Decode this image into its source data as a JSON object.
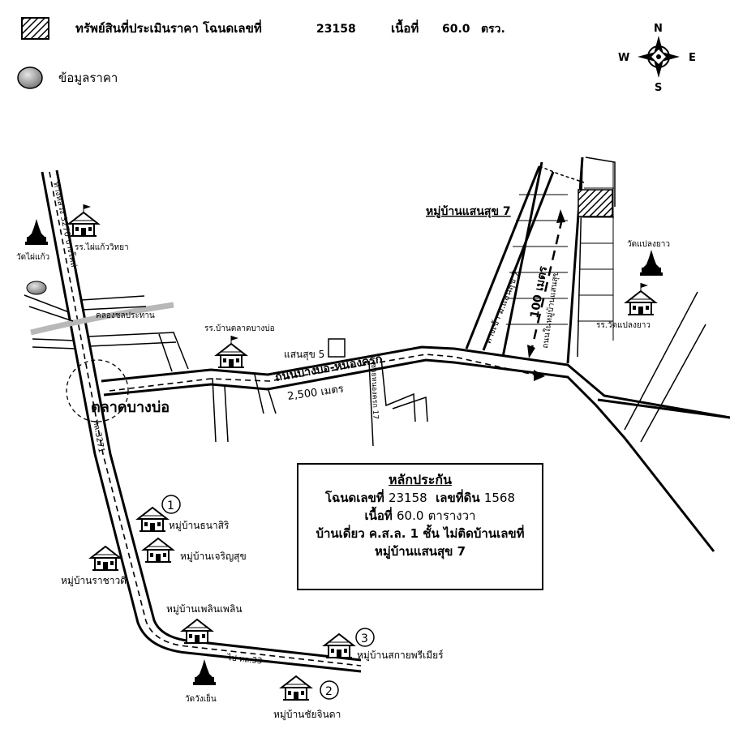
{
  "legend": {
    "property_label": "ทรัพย์สินที่ประเมินราคา โฉนดเลขที่",
    "deed_no": "23158",
    "area_label": "เนื้อที่",
    "area_value": "60.0",
    "area_unit": "ตรว.",
    "price_data_label": "ข้อมูลราคา"
  },
  "compass": {
    "n": "N",
    "s": "S",
    "e": "E",
    "w": "W"
  },
  "roads": {
    "highway_top": "ทางหลวง 3270 บางโคล่",
    "highway_bottom": "ทล.3271",
    "canal": "คลองชลประทาน",
    "market": "ตลาดบางบ่อ",
    "main_road": "ถนนบางบ่อ-หนองครก",
    "main_road_dist": "2,500 เมตร",
    "soi5": "แสนสุข 5",
    "side_soi": "ซอยหนองครก 17",
    "entrance": "ทางเข้า ม.แสนสุข 7",
    "village_road": "ถนนในหมู่บ้านแสนสุข",
    "dist_100": "100 เมตร",
    "bottom_road": "ไป ทล.33"
  },
  "places": {
    "wat_phai_kaeo": "วัดไผ่แก้ว",
    "school_phai_kaeo": "รร.ไผ่แก้ววิทยา",
    "school_market": "รร.บ้านตลาดบางบ่อ",
    "subject_village": "หมู่บ้านแสนสุข 7",
    "wat_plaeng_yao": "วัดแปลงยาว",
    "school_plaeng_yao": "รร.วัดแปลงยาว",
    "village_thanasiri": "หมู่บ้านธนาสิริ",
    "village_charoensuk": "หมู่บ้านเจริญสุข",
    "village_rachawadee": "หมู่บ้านราชาวดี",
    "village_ploenploen": "หมู่บ้านเพลินเพลิน",
    "village_sakai": "หมู่บ้านสกายพรีเมียร์",
    "village_chaichinda": "หมู่บ้านชัยจินดา",
    "wat_wang_yen": "วัดวังเย็น"
  },
  "markers": {
    "m1": "1",
    "m2": "2",
    "m3": "3"
  },
  "summary": {
    "heading": "หลักประกัน",
    "deed_label": "โฉนดเลขที่",
    "deed_no": "23158",
    "land_label": "เลขที่ดิน",
    "land_no": "1568",
    "area_label": "เนื้อที่",
    "area_value": "60.0",
    "area_unit": "ตารางวา",
    "building": "บ้านเดี่ยว ค.ส.ล. 1 ชั้น ไม่ติดบ้านเลขที่",
    "project": "หมู่บ้านแสนสุข 7"
  }
}
